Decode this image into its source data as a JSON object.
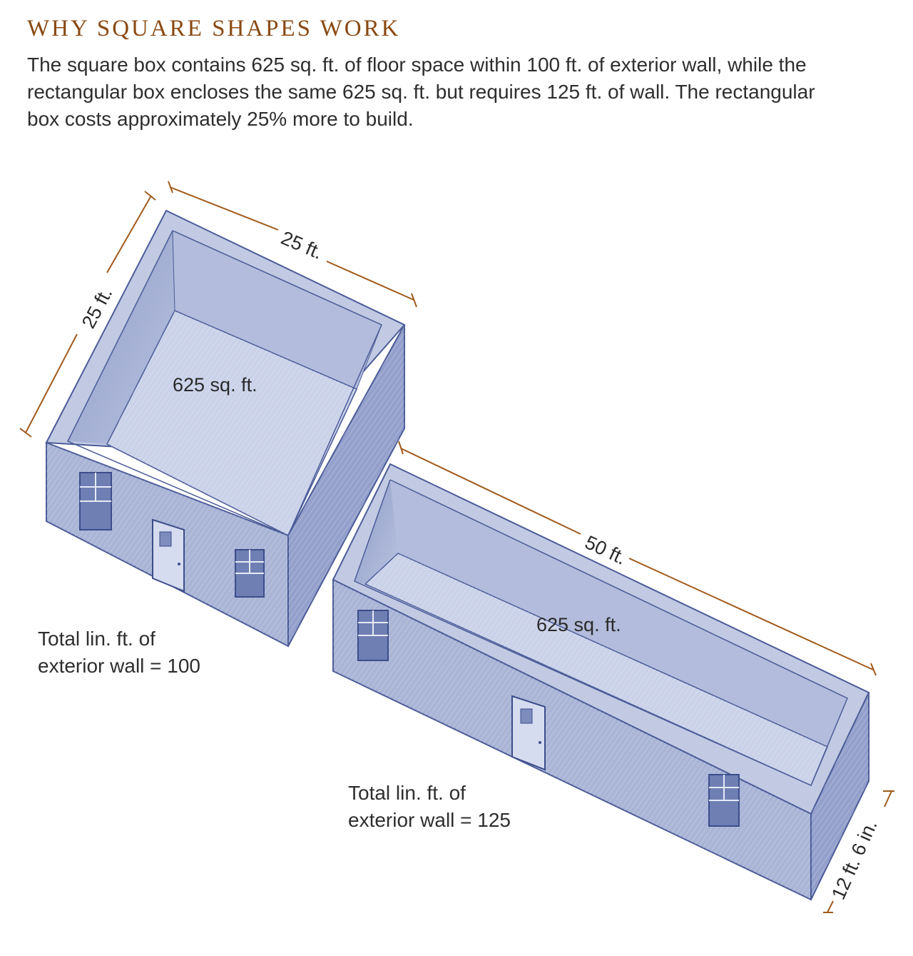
{
  "heading": "WHY SQUARE SHAPES WORK",
  "intro_lines": [
    "The square box contains 625 sq. ft. of floor space within 100 ft. of exterior wall, while the",
    "rectangular box encloses the same 625 sq. ft. but requires 125 ft. of wall. The rectangular",
    "box costs approximately 25% more to build."
  ],
  "square_box": {
    "width_label": "25 ft.",
    "depth_label": "25 ft.",
    "area_label": "625 sq. ft.",
    "total_line1": "Total lin. ft. of",
    "total_line2": "exterior wall = 100"
  },
  "rect_box": {
    "length_label": "50 ft.",
    "width_label": "12 ft. 6 in.",
    "area_label": "625 sq. ft.",
    "total_line1": "Total lin. ft. of",
    "total_line2": "exterior wall = 125"
  },
  "colors": {
    "heading": "#8a4a12",
    "dimension_line": "#a05a1c",
    "wall_front": "#aab5d6",
    "wall_side": "#97a3cc",
    "floor": "#c7cfe6",
    "outline": "#4b5c98"
  }
}
